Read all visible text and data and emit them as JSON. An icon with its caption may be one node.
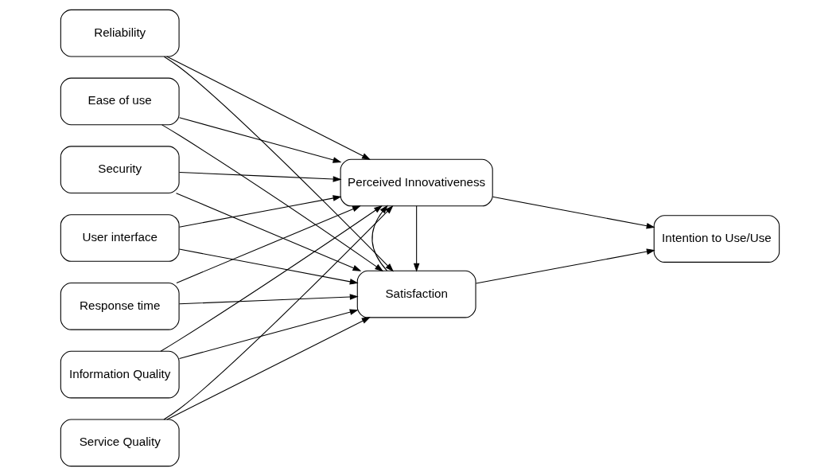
{
  "diagram": {
    "nodes": [
      {
        "text": [
          "Reliability"
        ]
      },
      {
        "text": [
          "Ease of use"
        ]
      },
      {
        "text": [
          "Security"
        ]
      },
      {
        "text": [
          "User interface"
        ]
      },
      {
        "text": [
          "Response time"
        ]
      },
      {
        "text": [
          "Information Quality"
        ]
      },
      {
        "text": [
          "Service Quality"
        ]
      },
      {
        "text": [
          "Perceived Innovativeness"
        ]
      },
      {
        "text": [
          "Satisfaction"
        ]
      },
      {
        "text": [
          "Intention to Use/Use"
        ]
      }
    ],
    "edges": [
      {
        "from": 0,
        "to": 7,
        "arrow": "to"
      },
      {
        "from": 1,
        "to": 7,
        "arrow": "to"
      },
      {
        "from": 2,
        "to": 7,
        "arrow": "to"
      },
      {
        "from": 3,
        "to": 7,
        "arrow": "to"
      },
      {
        "from": 4,
        "to": 7,
        "arrow": "to"
      },
      {
        "from": 5,
        "to": 7,
        "arrow": "to"
      },
      {
        "from": 6,
        "to": 7,
        "arrow": "to"
      },
      {
        "from": 0,
        "to": 8,
        "arrow": "to"
      },
      {
        "from": 1,
        "to": 8,
        "arrow": "to"
      },
      {
        "from": 2,
        "to": 8,
        "arrow": "to"
      },
      {
        "from": 3,
        "to": 8,
        "arrow": "to"
      },
      {
        "from": 4,
        "to": 8,
        "arrow": "to"
      },
      {
        "from": 5,
        "to": 8,
        "arrow": "to"
      },
      {
        "from": 6,
        "to": 8,
        "arrow": "to"
      },
      {
        "from": 7,
        "to": 8,
        "arrow": "to"
      },
      {
        "from": 8,
        "to": 7,
        "arrow": "to"
      },
      {
        "from": 7,
        "to": 9,
        "arrow": "to"
      },
      {
        "from": 8,
        "to": 9,
        "arrow": "to"
      }
    ]
  }
}
